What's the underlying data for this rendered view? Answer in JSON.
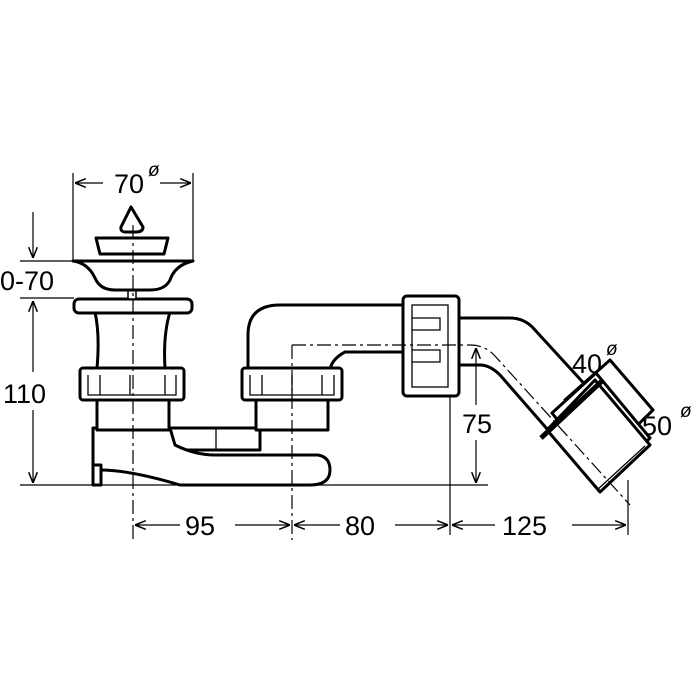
{
  "title": "Bathtub drain set dimension drawing",
  "dimensions": {
    "top_diameter": "70",
    "diameter_symbol": "ø",
    "stopper_height": "0-70",
    "overall_height": "110",
    "outlet_height": "75",
    "spacing_1": "95",
    "spacing_2": "80",
    "spacing_3": "125",
    "outlet_diameter_inner": "40",
    "outlet_diameter_outer": "50"
  }
}
